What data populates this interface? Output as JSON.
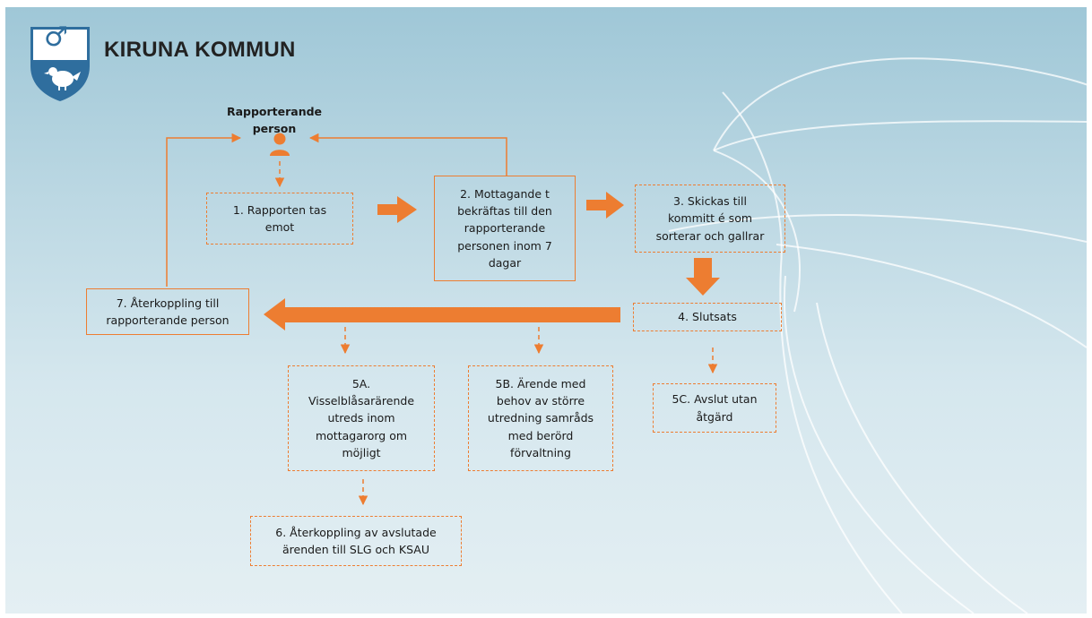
{
  "header": {
    "logo_text": "KIRUNA KOMMUN",
    "logo_symbol": "♂"
  },
  "colors": {
    "accent": "#ed7d31",
    "background_top": "#9fc7d7",
    "background_bottom": "#e4eff3",
    "logo_blue": "#2f6e9e"
  },
  "diagram": {
    "reporting_person": "Rapporterande\nperson",
    "nodes": {
      "n1": "1. Rapporten  tas\nemot",
      "n2": "2. Mottagande t\nbekräftas till den\nrapporterande\npersonen  inom 7\ndagar",
      "n3": "3. Skickas till\nkommitt é som\nsorterar och gallrar",
      "n4": "4. Slutsats",
      "n5a": "5A.\nVisselblåsarärende\nutreds inom\nmottagarorg   om\nmöjligt",
      "n5b": "5B. Ärende med\nbehov av större\nutredning samråds\nmed berörd\nförvaltning",
      "n5c": "5C. Avslut utan\nåtgärd",
      "n6": "6. Återkoppling av avslutade\närenden till  SLG och KSAU",
      "n7": "7.  Återkoppling till\nrapporterande person"
    }
  }
}
